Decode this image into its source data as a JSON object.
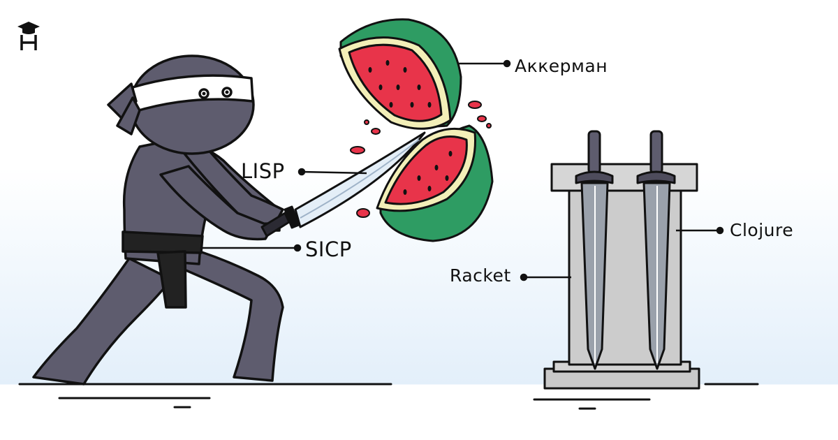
{
  "labels": {
    "ackermann": "Аккерман",
    "lisp": "LISP",
    "sicp": "SICP",
    "clojure": "Clojure",
    "racket": "Racket"
  },
  "icons": {
    "logo": "hexlet-logo-icon",
    "ninja": "ninja-illustration",
    "watermelon": "watermelon-illustration",
    "sword_stand": "sword-stand-illustration"
  },
  "colors": {
    "ninja_body": "#5e5c6e",
    "outline": "#111111",
    "melon_rind": "#2e9c63",
    "melon_flesh": "#e8344a",
    "stand": "#c9c9c9",
    "sky": "#e3effa"
  }
}
